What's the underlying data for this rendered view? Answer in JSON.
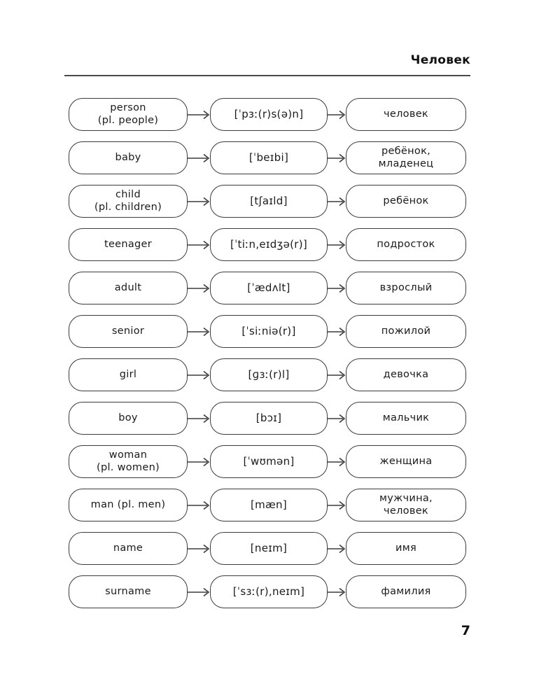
{
  "page": {
    "header_title": "Человек",
    "page_number": "7"
  },
  "rows": [
    {
      "en": "person\n(pl. people)",
      "ipa": "[ˈpɜː(r)s(ə)n]",
      "ru": "человек"
    },
    {
      "en": "baby",
      "ipa": "[ˈbeɪbi]",
      "ru": "ребёнок,\nмладенец"
    },
    {
      "en": "child\n(pl. children)",
      "ipa": "[tʃaɪld]",
      "ru": "ребёнок"
    },
    {
      "en": "teenager",
      "ipa": "[ˈtiːn,eɪdʒə(r)]",
      "ru": "подросток"
    },
    {
      "en": "adult",
      "ipa": "[ˈædʌlt]",
      "ru": "взрослый"
    },
    {
      "en": "senior",
      "ipa": "[ˈsiːniə(r)]",
      "ru": "пожилой"
    },
    {
      "en": "girl",
      "ipa": "[ɡɜː(r)l]",
      "ru": "девочка"
    },
    {
      "en": "boy",
      "ipa": "[bɔɪ]",
      "ru": "мальчик"
    },
    {
      "en": "woman\n(pl. women)",
      "ipa": "[ˈwʊmən]",
      "ru": "женщина"
    },
    {
      "en": "man (pl. men)",
      "ipa": "[mæn]",
      "ru": "мужчина,\nчеловек"
    },
    {
      "en": "name",
      "ipa": "[neɪm]",
      "ru": "имя"
    },
    {
      "en": "surname",
      "ipa": "[ˈsɜː(r),neɪm]",
      "ru": "фамилия"
    }
  ]
}
